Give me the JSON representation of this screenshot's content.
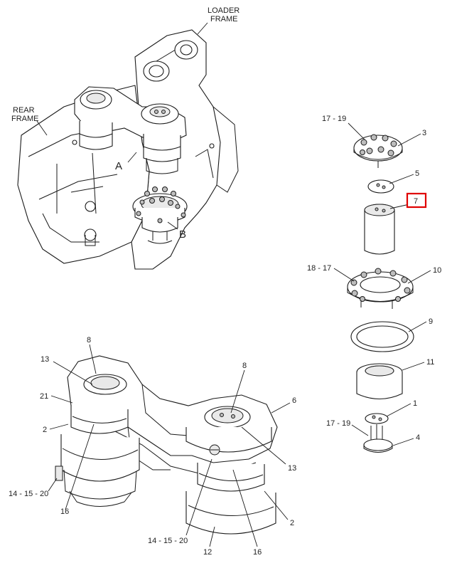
{
  "diagram": {
    "frame_labels": {
      "loader_line1": "LOADER",
      "loader_line2": "FRAME",
      "rear_line1": "REAR",
      "rear_line2": "FRAME"
    },
    "view_labels": {
      "a": "A",
      "b": "B"
    },
    "callouts": {
      "exploded": {
        "c17_19_top": "17 - 19",
        "c3": "3",
        "c5": "5",
        "c7": "7",
        "c18_17": "18 - 17",
        "c10": "10",
        "c9": "9",
        "c11": "11",
        "c1": "1",
        "c17_19_bottom": "17 - 19",
        "c4": "4"
      },
      "assembly": {
        "c8_left": "8",
        "c13_left": "13",
        "c21": "21",
        "c2_left": "2",
        "c14_15_20_left": "14 - 15 - 20",
        "c16_left": "16",
        "c8_right": "8",
        "c6": "6",
        "c13_right": "13",
        "c2_right": "2",
        "c14_15_20_bottom": "14 - 15 - 20",
        "c12": "12",
        "c16_right": "16"
      }
    },
    "highlight_color": "#e00000"
  }
}
